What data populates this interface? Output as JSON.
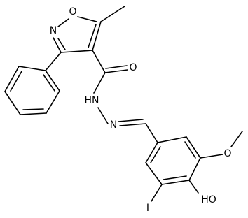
{
  "diagram": {
    "type": "chemical-structure",
    "atom_labels": {
      "isoxazole_o": "O",
      "isoxazole_n": "N",
      "carbonyl_o": "O",
      "hydrazide_nh": "HN",
      "hydrazone_n": "N",
      "methoxy_o": "O",
      "hydroxyl": "HO",
      "iodine": "I"
    },
    "colors": {
      "bond": "#000000",
      "text": "#000000",
      "background": "#ffffff"
    }
  }
}
